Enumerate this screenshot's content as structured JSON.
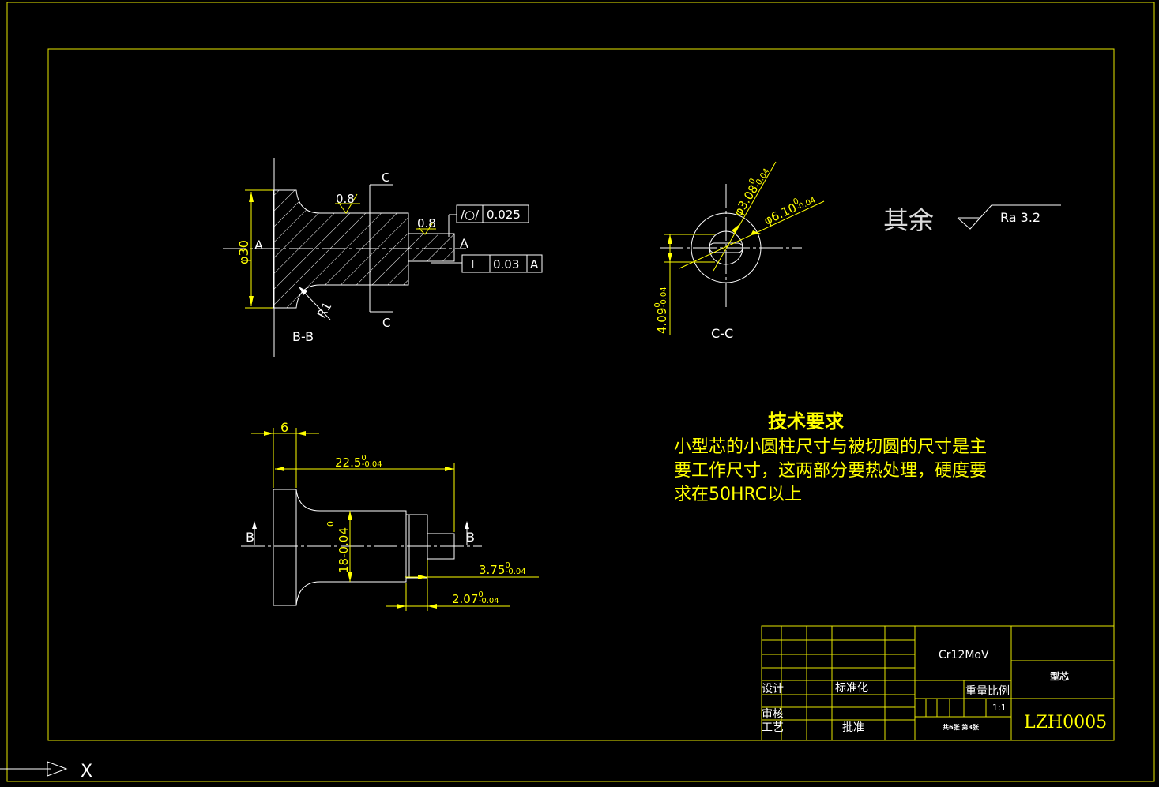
{
  "colors": {
    "background": "#000000",
    "frame": "#e6e600",
    "line": "#ffffff",
    "dimension": "#ffff00",
    "text_white": "#d9d9d9"
  },
  "section_bb": {
    "dia": "φ30",
    "datum": "A",
    "rough1": "0.8",
    "rough2": "0.8",
    "cut_label_top": "C",
    "cut_label_bottom": "C",
    "radius": "R1",
    "datum2": "A",
    "tol1_value": "0.025",
    "tol2_value": "0.03",
    "tol2_datum": "A",
    "title": "B-B"
  },
  "section_cc": {
    "dim1": "φ3.08",
    "dim1_upper": "0",
    "dim1_lower": "-0.04",
    "dim2": "φ6.10",
    "dim2_upper": "0",
    "dim2_lower": "-0.04",
    "dim3": "4.09",
    "dim3_upper": "0",
    "dim3_lower": "-0.04",
    "title": "C-C"
  },
  "surface_note": {
    "label": "其余",
    "ra": "Ra 3.2"
  },
  "front_view": {
    "dim_6": "6",
    "dim_225": "22.5",
    "dim_225_upper": "0",
    "dim_225_lower": "-0.04",
    "dim_18": "18-0.04",
    "dim_18_upper": "0",
    "dim_375": "3.75",
    "dim_375_upper": "0",
    "dim_375_lower": "-0.04",
    "dim_207": "2.07",
    "dim_207_upper": "0",
    "dim_207_lower": "-0.04",
    "cut_left": "B",
    "cut_right": "B"
  },
  "tech_req": {
    "title": "技术要求",
    "line1": "小型芯的小圆柱尺寸与被切圆的尺寸是主",
    "line2": "要工作尺寸，这两部分要热处理，硬度要",
    "line3": "求在50HRC以上"
  },
  "title_block": {
    "material": "Cr12MoV",
    "part_name": "型芯",
    "design": "设计",
    "standardize": "标准化",
    "weight": "重量",
    "scale_label": "比例",
    "scale_value": "1:1",
    "review": "审核",
    "process": "工艺",
    "approve": "批准",
    "sheets": "共6张  第3张",
    "drawing_no": "LZH0005"
  },
  "ucs": {
    "x_label": "X"
  }
}
